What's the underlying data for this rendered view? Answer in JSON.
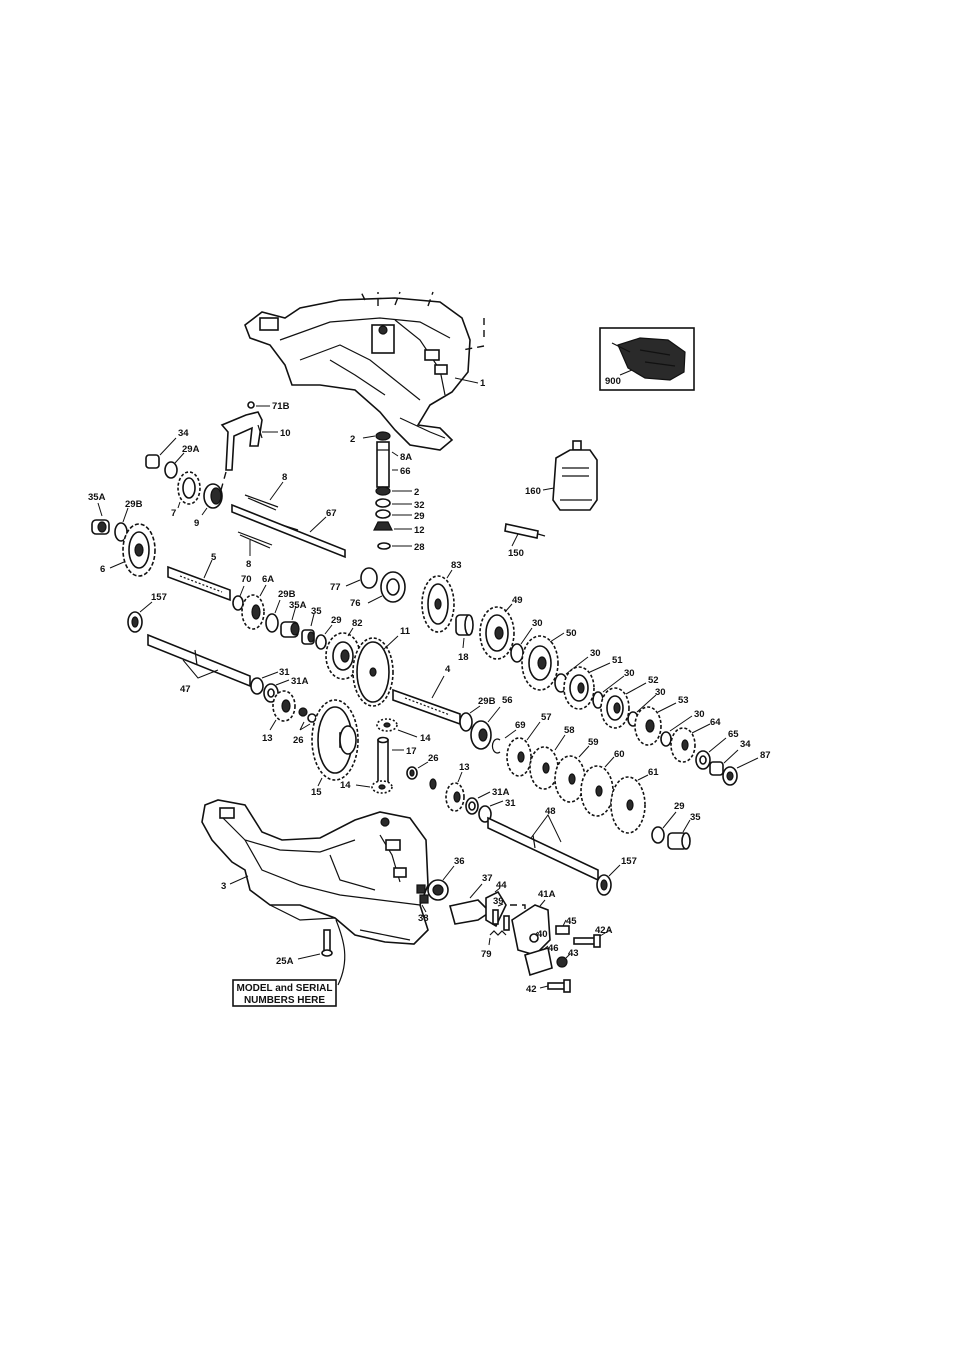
{
  "callouts": {
    "c1": "1",
    "c71b": "71B",
    "c10": "10",
    "c2a": "2",
    "c8a": "8A",
    "c66": "66",
    "c2b": "2",
    "c32": "32",
    "c29a": "29",
    "c12": "12",
    "c28a": "28",
    "c34a": "34",
    "c29A": "29A",
    "c35A_a": "35A",
    "c29B_a": "29B",
    "c7": "7",
    "c9": "9",
    "c8": "8",
    "c67": "67",
    "c8b": "8",
    "c6": "6",
    "c5": "5",
    "c77": "77",
    "c76": "76",
    "c70": "70",
    "c6A": "6A",
    "c29B_b": "29B",
    "c35A_b": "35A",
    "c35a": "35",
    "c29b": "29",
    "c82": "82",
    "c157a": "157",
    "c11": "11",
    "c83": "83",
    "c18": "18",
    "c49": "49",
    "c30a": "30",
    "c50": "50",
    "c30b": "30",
    "c51": "51",
    "c30c": "30",
    "c52": "52",
    "c30d": "30",
    "c53": "53",
    "c30e": "30",
    "c64": "64",
    "c65": "65",
    "c34b": "34",
    "c87": "87",
    "c47": "47",
    "c31a": "31",
    "c31A_a": "31A",
    "c13a": "13",
    "c26a": "26",
    "c4": "4",
    "c29B_c": "29B",
    "c56": "56",
    "c69": "69",
    "c57": "57",
    "c58": "58",
    "c59": "59",
    "c60": "60",
    "c61": "61",
    "c14a": "14",
    "c17": "17",
    "c26b": "26",
    "c13b": "13",
    "c14b": "14",
    "c15": "15",
    "c31A_b": "31A",
    "c31b": "31",
    "c48": "48",
    "c29c": "29",
    "c35b": "35",
    "c3": "3",
    "c36": "36",
    "c37": "37",
    "c44": "44",
    "c39": "39",
    "c38": "38",
    "c79": "79",
    "c41A": "41A",
    "c45": "45",
    "c40": "40",
    "c42A": "42A",
    "c46": "46",
    "c43": "43",
    "c42": "42",
    "c25A": "25A",
    "c157b": "157",
    "c160": "160",
    "c150": "150",
    "c900": "900"
  },
  "label_box": {
    "line1": "MODEL and SERIAL",
    "line2": "NUMBERS HERE"
  }
}
